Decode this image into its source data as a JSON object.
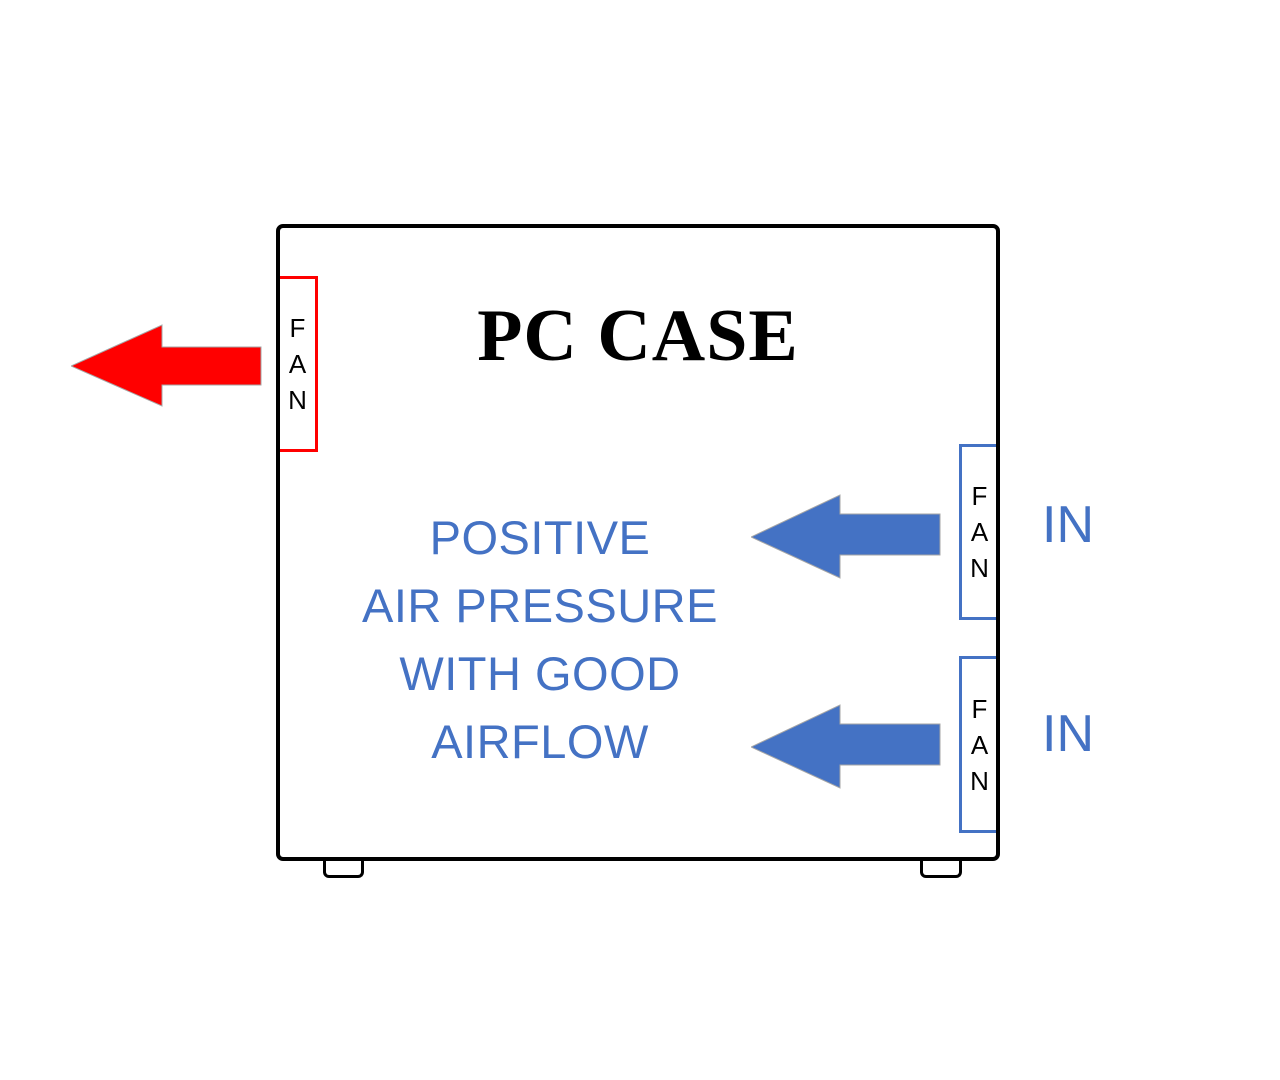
{
  "diagram": {
    "title": "PC CASE",
    "pressure_text": {
      "lines": [
        "POSITIVE",
        "AIR PRESSURE",
        "WITH GOOD",
        "AIRFLOW"
      ]
    },
    "fans": [
      {
        "id": "exhaust-fan",
        "letters": [
          "F",
          "A",
          "N"
        ],
        "direction": "out"
      },
      {
        "id": "intake-fan-top",
        "letters": [
          "F",
          "A",
          "N"
        ],
        "direction": "in"
      },
      {
        "id": "intake-fan-bottom",
        "letters": [
          "F",
          "A",
          "N"
        ],
        "direction": "in"
      }
    ],
    "in_labels": [
      "IN",
      "IN"
    ],
    "colors": {
      "exhaust_red": "#ff0000",
      "intake_blue": "#4472c4",
      "case_border": "#000000",
      "blue_text": "#4472c4"
    }
  }
}
